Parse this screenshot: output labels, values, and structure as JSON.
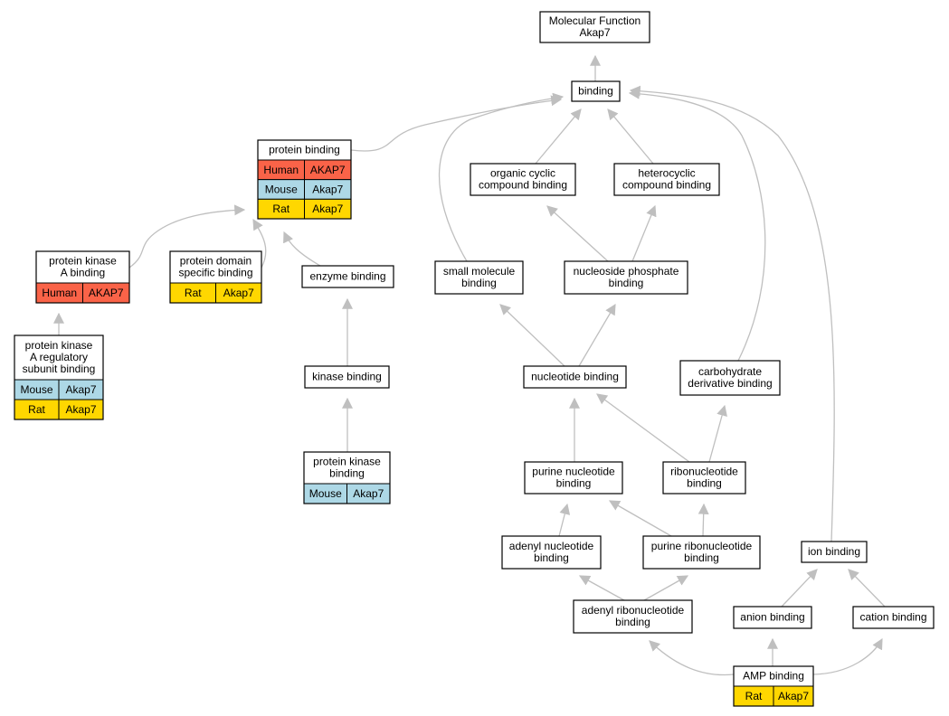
{
  "colors": {
    "human": "#fa6348",
    "mouse": "#add8e6",
    "rat": "#ffd700",
    "edge": "#bfbfbf",
    "node_border": "#000000",
    "node_fill": "#ffffff"
  },
  "nodes": [
    {
      "id": "molecular-function",
      "lines": [
        "Molecular Function",
        "Akap7"
      ],
      "orthologs": []
    },
    {
      "id": "binding",
      "lines": [
        "binding"
      ],
      "orthologs": []
    },
    {
      "id": "protein-binding",
      "lines": [
        "protein binding"
      ],
      "orthologs": [
        {
          "species": "Human",
          "gene": "AKAP7"
        },
        {
          "species": "Mouse",
          "gene": "Akap7"
        },
        {
          "species": "Rat",
          "gene": "Akap7"
        }
      ]
    },
    {
      "id": "organic-cyclic-compound-binding",
      "lines": [
        "organic cyclic",
        "compound binding"
      ],
      "orthologs": []
    },
    {
      "id": "heterocyclic-compound-binding",
      "lines": [
        "heterocyclic",
        "compound binding"
      ],
      "orthologs": []
    },
    {
      "id": "protein-kinase-a-binding",
      "lines": [
        "protein kinase",
        "A binding"
      ],
      "orthologs": [
        {
          "species": "Human",
          "gene": "AKAP7"
        }
      ]
    },
    {
      "id": "protein-domain-specific-binding",
      "lines": [
        "protein domain",
        "specific binding"
      ],
      "orthologs": [
        {
          "species": "Rat",
          "gene": "Akap7"
        }
      ]
    },
    {
      "id": "enzyme-binding",
      "lines": [
        "enzyme binding"
      ],
      "orthologs": []
    },
    {
      "id": "small-molecule-binding",
      "lines": [
        "small molecule",
        "binding"
      ],
      "orthologs": []
    },
    {
      "id": "nucleoside-phosphate-binding",
      "lines": [
        "nucleoside phosphate",
        "binding"
      ],
      "orthologs": []
    },
    {
      "id": "protein-kinase-a-regulatory-subunit-binding",
      "lines": [
        "protein kinase",
        "A regulatory",
        "subunit binding"
      ],
      "orthologs": [
        {
          "species": "Mouse",
          "gene": "Akap7"
        },
        {
          "species": "Rat",
          "gene": "Akap7"
        }
      ]
    },
    {
      "id": "kinase-binding",
      "lines": [
        "kinase binding"
      ],
      "orthologs": []
    },
    {
      "id": "nucleotide-binding",
      "lines": [
        "nucleotide binding"
      ],
      "orthologs": []
    },
    {
      "id": "carbohydrate-derivative-binding",
      "lines": [
        "carbohydrate",
        "derivative binding"
      ],
      "orthologs": []
    },
    {
      "id": "protein-kinase-binding",
      "lines": [
        "protein kinase",
        "binding"
      ],
      "orthologs": [
        {
          "species": "Mouse",
          "gene": "Akap7"
        }
      ]
    },
    {
      "id": "purine-nucleotide-binding",
      "lines": [
        "purine nucleotide",
        "binding"
      ],
      "orthologs": []
    },
    {
      "id": "ribonucleotide-binding",
      "lines": [
        "ribonucleotide",
        "binding"
      ],
      "orthologs": []
    },
    {
      "id": "adenyl-nucleotide-binding",
      "lines": [
        "adenyl nucleotide",
        "binding"
      ],
      "orthologs": []
    },
    {
      "id": "purine-ribonucleotide-binding",
      "lines": [
        "purine ribonucleotide",
        "binding"
      ],
      "orthologs": []
    },
    {
      "id": "ion-binding",
      "lines": [
        "ion binding"
      ],
      "orthologs": []
    },
    {
      "id": "adenyl-ribonucleotide-binding",
      "lines": [
        "adenyl ribonucleotide",
        "binding"
      ],
      "orthologs": []
    },
    {
      "id": "anion-binding",
      "lines": [
        "anion binding"
      ],
      "orthologs": []
    },
    {
      "id": "cation-binding",
      "lines": [
        "cation binding"
      ],
      "orthologs": []
    },
    {
      "id": "amp-binding",
      "lines": [
        "AMP binding"
      ],
      "orthologs": [
        {
          "species": "Rat",
          "gene": "Akap7"
        }
      ]
    }
  ],
  "edges": [
    {
      "from": "binding",
      "to": "molecular-function"
    },
    {
      "from": "protein-binding",
      "to": "binding"
    },
    {
      "from": "small-molecule-binding",
      "to": "binding"
    },
    {
      "from": "organic-cyclic-compound-binding",
      "to": "binding"
    },
    {
      "from": "heterocyclic-compound-binding",
      "to": "binding"
    },
    {
      "from": "carbohydrate-derivative-binding",
      "to": "binding"
    },
    {
      "from": "ion-binding",
      "to": "binding"
    },
    {
      "from": "protein-kinase-a-binding",
      "to": "protein-binding"
    },
    {
      "from": "protein-domain-specific-binding",
      "to": "protein-binding"
    },
    {
      "from": "enzyme-binding",
      "to": "protein-binding"
    },
    {
      "from": "protein-kinase-a-regulatory-subunit-binding",
      "to": "protein-kinase-a-binding"
    },
    {
      "from": "kinase-binding",
      "to": "enzyme-binding"
    },
    {
      "from": "protein-kinase-binding",
      "to": "kinase-binding"
    },
    {
      "from": "nucleoside-phosphate-binding",
      "to": "organic-cyclic-compound-binding"
    },
    {
      "from": "nucleoside-phosphate-binding",
      "to": "heterocyclic-compound-binding"
    },
    {
      "from": "nucleotide-binding",
      "to": "small-molecule-binding"
    },
    {
      "from": "nucleotide-binding",
      "to": "nucleoside-phosphate-binding"
    },
    {
      "from": "purine-nucleotide-binding",
      "to": "nucleotide-binding"
    },
    {
      "from": "ribonucleotide-binding",
      "to": "nucleotide-binding"
    },
    {
      "from": "ribonucleotide-binding",
      "to": "carbohydrate-derivative-binding"
    },
    {
      "from": "adenyl-nucleotide-binding",
      "to": "purine-nucleotide-binding"
    },
    {
      "from": "purine-ribonucleotide-binding",
      "to": "purine-nucleotide-binding"
    },
    {
      "from": "purine-ribonucleotide-binding",
      "to": "ribonucleotide-binding"
    },
    {
      "from": "adenyl-ribonucleotide-binding",
      "to": "adenyl-nucleotide-binding"
    },
    {
      "from": "adenyl-ribonucleotide-binding",
      "to": "purine-ribonucleotide-binding"
    },
    {
      "from": "anion-binding",
      "to": "ion-binding"
    },
    {
      "from": "cation-binding",
      "to": "ion-binding"
    },
    {
      "from": "amp-binding",
      "to": "adenyl-ribonucleotide-binding"
    },
    {
      "from": "amp-binding",
      "to": "anion-binding"
    },
    {
      "from": "amp-binding",
      "to": "cation-binding"
    }
  ]
}
